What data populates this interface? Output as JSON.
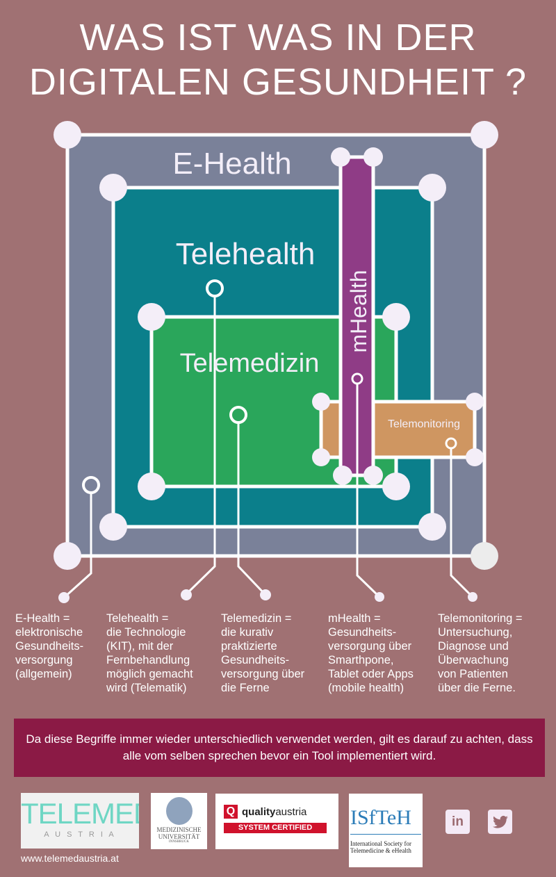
{
  "title_line1": "WAS IST WAS IN DER",
  "title_line2": "DIGITALEN GESUNDHEIT ?",
  "diagram": {
    "ehealth": "E-Health",
    "telehealth": "Telehealth",
    "telemedizin": "Telemedizin",
    "mhealth": "mHealth",
    "telemonitoring": "Telemonitoring"
  },
  "colors": {
    "background": "#a07173",
    "ehealth": "#7a8199",
    "telehealth": "#0b7f8b",
    "telemedizin": "#2aa65b",
    "mhealth": "#8f3c86",
    "telemonitoring": "#cf9661",
    "banner": "#8b1a45"
  },
  "definitions": [
    "E-Health =\nelektronische\nGesundheits-\nversorgung\n(allgemein)",
    "Telehealth =\ndie Technologie\n(KIT), mit der\nFernbehandlung\nmöglich gemacht\nwird (Telematik)",
    "Telemedizin =\ndie kurativ\npraktizierte\nGesundheits-\nversorgung über\ndie Ferne",
    "mHealth =\nGesundheits-\nversorgung über\nSmarthpone,\nTablet oder Apps\n(mobile health)",
    "Telemonitoring =\nUntersuchung,\nDiagnose und\nÜberwachung\nvon Patienten\nüber die Ferne."
  ],
  "banner": "Da diese Begriffe immer wieder unterschiedlich verwendet werden, gilt es darauf zu achten, dass alle vom selben sprechen bevor ein Tool implementiert wird.",
  "logos": {
    "telemed_main": "TELEMED",
    "telemed_sub": "A U S T R I A",
    "mui_line1": "MEDIZINISCHE",
    "mui_line2": "UNIVERSITÄT",
    "mui_line3": "INNSBRUCK",
    "qa_name_bold": "quality",
    "qa_name": "austria",
    "qa_cert": "SYSTEM CERTIFIED",
    "isfteh": "ISfTeH",
    "isfteh_sub": "International Society for Telemedicine & eHealth"
  },
  "url": "www.telemedaustria.at",
  "social": {
    "linkedin": "in",
    "twitter": "twitter-icon"
  }
}
